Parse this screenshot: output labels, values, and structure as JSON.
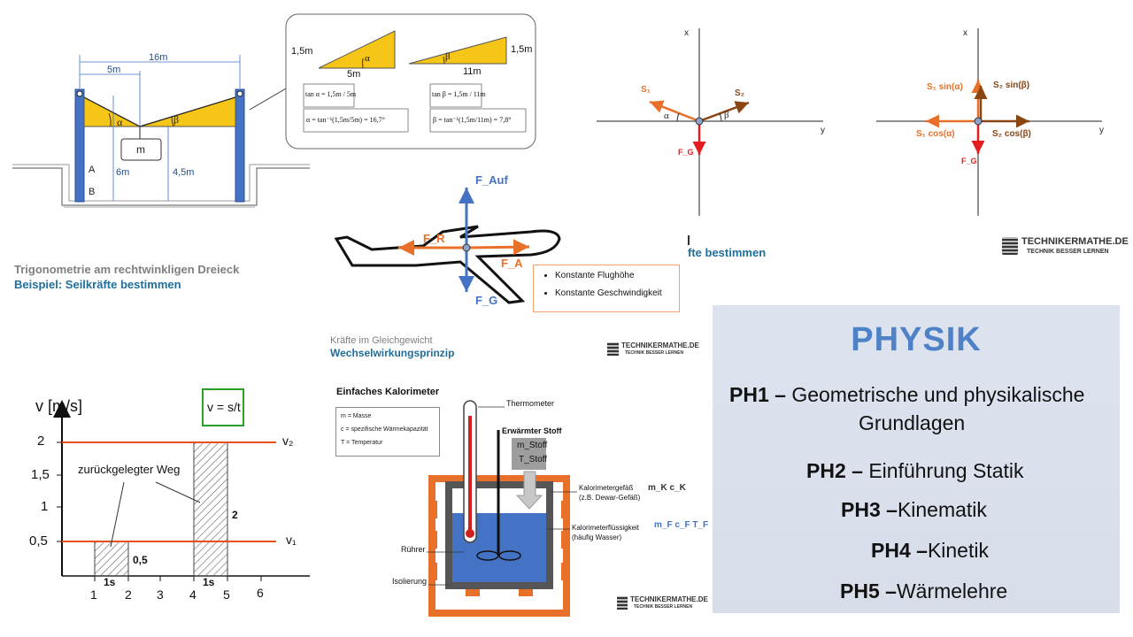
{
  "panel_trig": {
    "title": "Trigonometrie am rechtwinkligen Dreieck",
    "subtitle": "Beispiel: Seilkräfte bestimmen",
    "dim_16m": "16m",
    "dim_5m": "5m",
    "dim_6m": "6m",
    "dim_45m": "4,5m",
    "label_A": "A",
    "label_B": "B",
    "label_m": "m",
    "alpha": "α",
    "beta": "β",
    "callout": {
      "left_h": "1,5m",
      "left_w": "5m",
      "right_h": "1,5m",
      "right_w": "11m",
      "tan_alpha": "tan α = 1,5m / 5m",
      "alpha_eq": "α = tan⁻¹(1,5m/5m) = 16,7°",
      "tan_beta": "tan β = 1,5m / 11m",
      "beta_eq": "β = tan⁻¹(1,5m/11m) = 7,8°"
    }
  },
  "panel_forces": {
    "x": "x",
    "y": "y",
    "S1": "S₁",
    "S2": "S₂",
    "FG": "F_G",
    "alpha": "α",
    "beta": "β",
    "S1sin": "S₁ sin(α)",
    "S2sin": "S₂ sin(β)",
    "S1cos": "S₁ cos(α)",
    "S2cos": "S₂ cos(β)",
    "caption_partial": "fte bestimmen",
    "logo_line1": "TECHNIKERMATHE.DE",
    "logo_line2": "TECHNIK BESSER LERNEN"
  },
  "panel_plane": {
    "F_auf": "F_Auf",
    "F_R": "F_R",
    "F_A": "F_A",
    "F_G": "F_G",
    "notes": [
      "Konstante Flughöhe",
      "Konstante Geschwindigkeit"
    ],
    "caption_small": "Kräfte im Gleichgewicht",
    "caption_main": "Wechselwirkungsprinzip",
    "logo_line1": "TECHNIKERMATHE.DE",
    "logo_line2": "TECHNIK BESSER LERNEN"
  },
  "panel_kinematik": {
    "y_label": "v [m/s]",
    "formula": "v = s/t",
    "y_ticks": [
      "2",
      "1,5",
      "1",
      "0,5"
    ],
    "x_ticks": [
      "1",
      "2",
      "3",
      "4",
      "5",
      "6"
    ],
    "v2": "v₂",
    "v1": "v₁",
    "area_label": "zurückgelegter Weg",
    "area1_value": "0,5",
    "area2_value": "2",
    "dt1": "1s",
    "dt2": "1s"
  },
  "panel_kalorimeter": {
    "title": "Einfaches Kalorimeter",
    "legend": [
      "m = Masse",
      "c = spezifische Wärmekapazität",
      "T = Temperatur"
    ],
    "thermometer": "Thermometer",
    "erwaermter_stoff": "Erwärmter Stoff",
    "m_stoff": "m_Stoff",
    "t_stoff": "T_Stoff",
    "gefaess": "Kalorimetergefäß",
    "gefaess_sub": "(z.B. Dewar-Gefäß)",
    "gefaess_sym": "m_K c_K",
    "fluessigkeit": "Kalorimeterflüssigkeit",
    "fluessigkeit_sub": "(häufig Wasser)",
    "fluessigkeit_sym": "m_F c_F T_F",
    "ruehrer": "Rührer",
    "isolierung": "Isolierung",
    "logo_line1": "TECHNIKERMATHE.DE",
    "logo_line2": "TECHNIK BESSER LERNEN"
  },
  "physik_box": {
    "title": "PHYSIK",
    "items": [
      {
        "code": "PH1 –",
        "text": " Geometrische und physikalische"
      },
      {
        "code": "",
        "text": "Grundlagen"
      },
      {
        "code": "PH2 –",
        "text": " Einführung Statik"
      },
      {
        "code": "PH3 –",
        "text": "Kinematik"
      },
      {
        "code": "PH4 –",
        "text": "Kinetik"
      },
      {
        "code": "PH5 –",
        "text": "Wärmelehre"
      }
    ]
  },
  "colors": {
    "orange": "#e8702a",
    "red": "#e41e1e",
    "blue": "#4472c4",
    "gold": "#f5c518",
    "brown": "#8b4513",
    "teal": "#1f6e9c",
    "physik_title": "#4f81c7"
  }
}
